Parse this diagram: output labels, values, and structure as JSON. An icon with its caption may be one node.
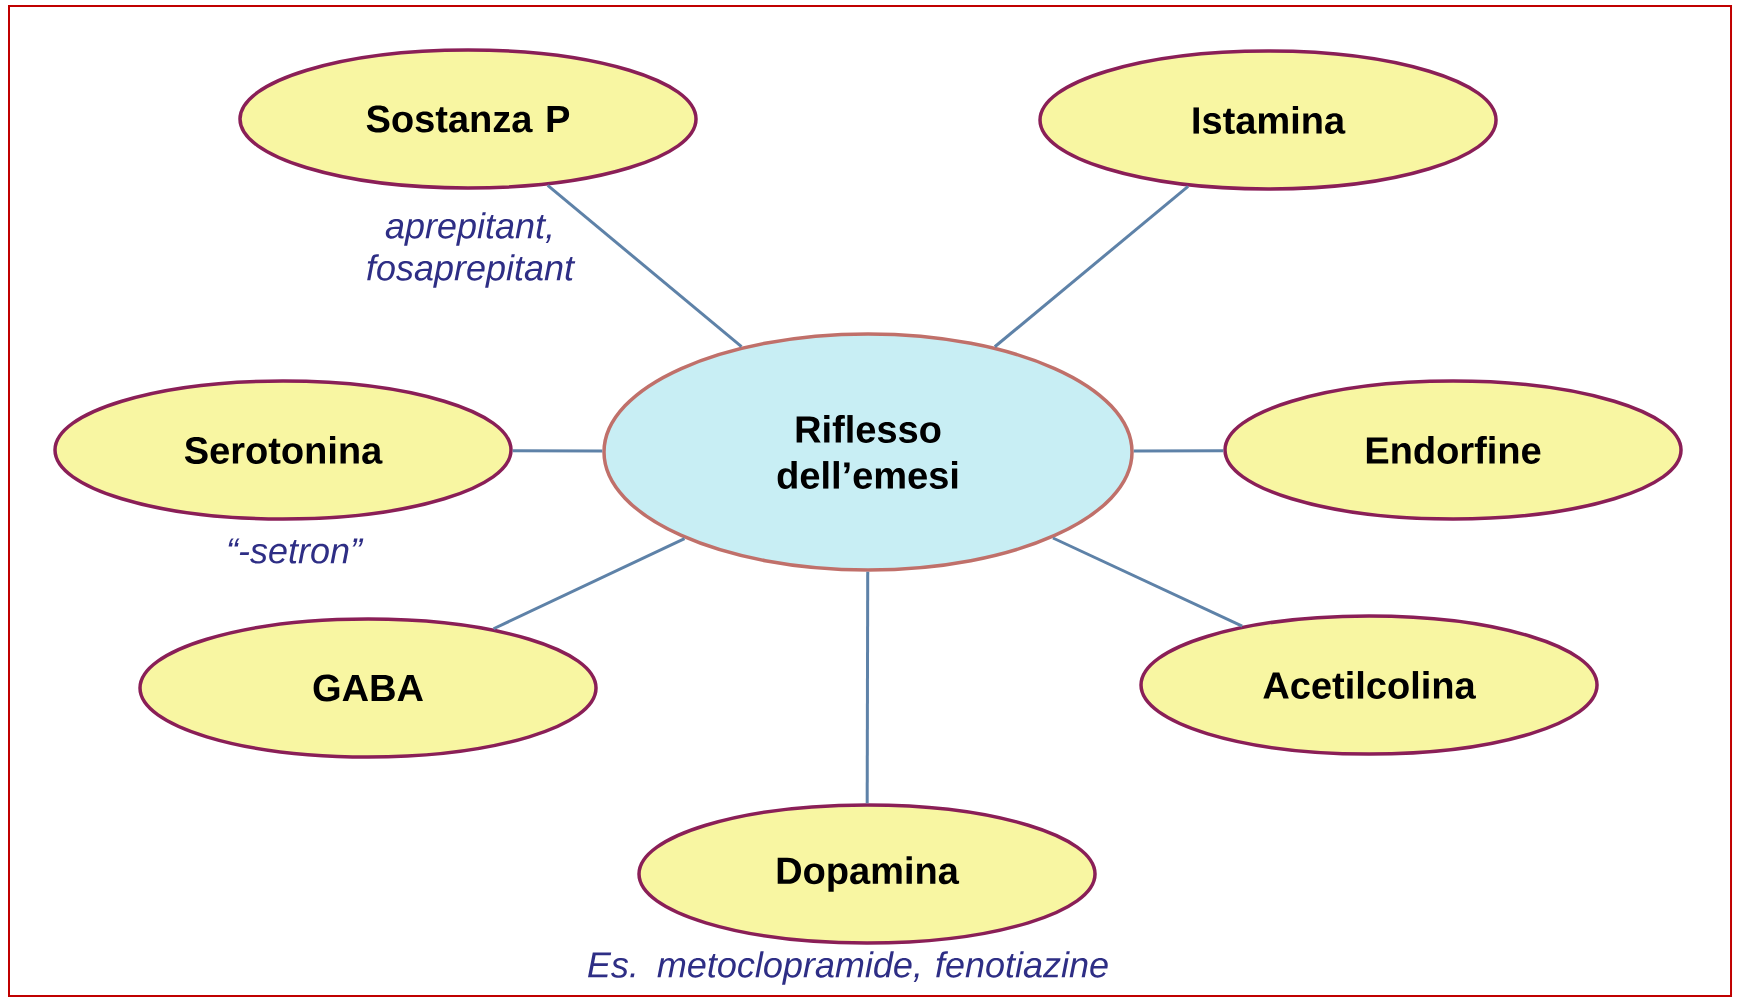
{
  "diagram": {
    "nodes": [
      {
        "text": [
          "Sostanza P"
        ],
        "beside": [
          "aprepitant, fosaprepitant"
        ]
      },
      {
        "text": [
          "Istamina"
        ]
      },
      {
        "text": [
          "Serotonina"
        ],
        "beside": [
          "“-setron”"
        ]
      },
      {
        "text": [
          "Riflesso dell’emesi"
        ]
      },
      {
        "text": [
          "Endorfine"
        ]
      },
      {
        "text": [
          "GABA"
        ]
      },
      {
        "text": [
          "Acetilcolina"
        ]
      },
      {
        "text": [
          "Dopamina"
        ],
        "beside": [
          "Es. metoclopramide, fenotiazine"
        ]
      }
    ],
    "edges": [
      {
        "from": 3,
        "to": 0,
        "arrow": "none"
      },
      {
        "from": 3,
        "to": 1,
        "arrow": "none"
      },
      {
        "from": 3,
        "to": 2,
        "arrow": "none"
      },
      {
        "from": 3,
        "to": 4,
        "arrow": "none"
      },
      {
        "from": 3,
        "to": 5,
        "arrow": "none"
      },
      {
        "from": 3,
        "to": 6,
        "arrow": "none"
      },
      {
        "from": 3,
        "to": 7,
        "arrow": "none"
      }
    ]
  }
}
